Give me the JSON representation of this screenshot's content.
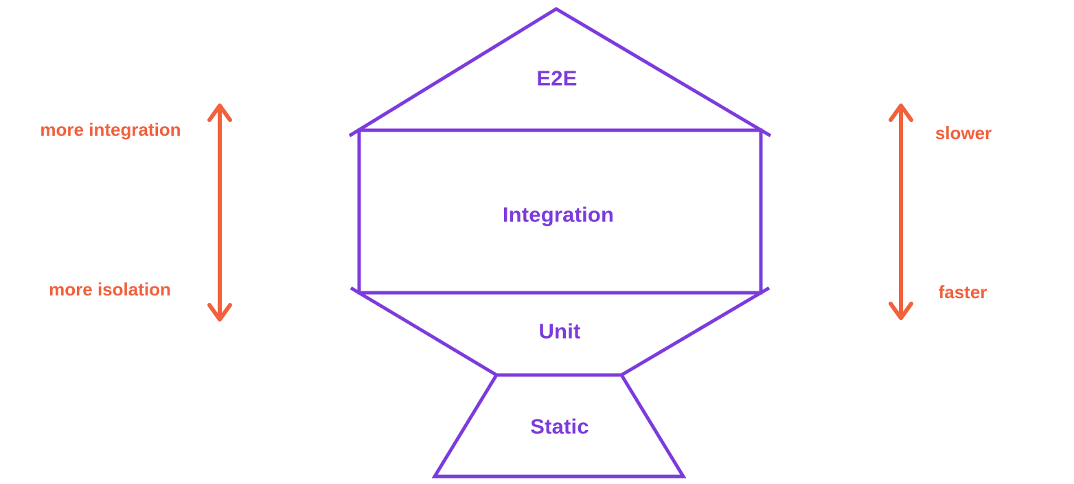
{
  "diagram": {
    "levels": [
      {
        "label": "E2E"
      },
      {
        "label": "Integration"
      },
      {
        "label": "Unit"
      },
      {
        "label": "Static"
      }
    ],
    "left_scale": {
      "top": "more integration",
      "bottom": "more isolation"
    },
    "right_scale": {
      "top": "slower",
      "bottom": "faster"
    },
    "colors": {
      "trophy_outline": "#7C3BDC",
      "level_text": "#7C3BDC",
      "scale_arrows_text": "#F2603C",
      "background": "#FFFFFF"
    }
  }
}
